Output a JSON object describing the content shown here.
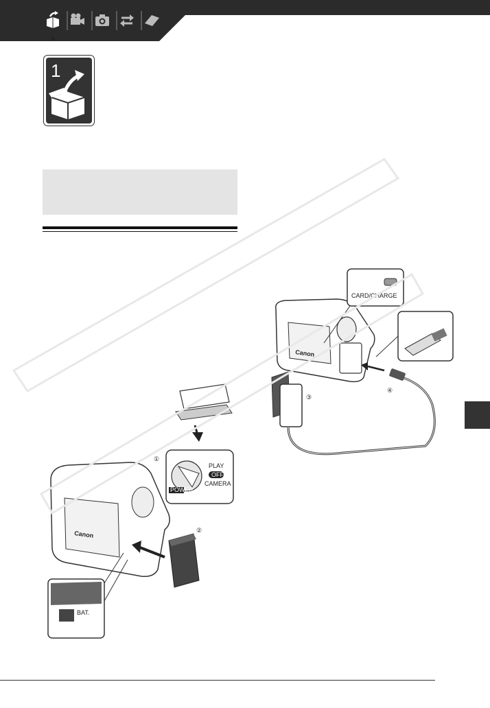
{
  "header": {
    "nav_icons": [
      {
        "icon": "open-box-icon",
        "active": true
      },
      {
        "icon": "movie-camera-icon",
        "active": false
      },
      {
        "icon": "camera-icon",
        "active": false
      },
      {
        "icon": "transfer-arrows-icon",
        "active": false
      },
      {
        "icon": "book-icon",
        "active": false
      }
    ],
    "pointer": "▲"
  },
  "chapter": {
    "number": "1",
    "icon": "open-box-icon"
  },
  "illustrations": {
    "charge": {
      "port_label": "CARD/CHARGE",
      "brand": "Canon",
      "step_3": "③",
      "step_4": "④"
    },
    "battery": {
      "step_1": "①",
      "step_2": "②",
      "dial_play": "PLAY",
      "dial_off": "OFF",
      "dial_camera": "CAMERA",
      "dial_power": "POWER",
      "brand": "Canon",
      "bat_label": "BAT."
    }
  },
  "colors": {
    "dark": "#2b2b2b",
    "callout": "#e4e4e4",
    "watermark": "#eeeeee"
  }
}
